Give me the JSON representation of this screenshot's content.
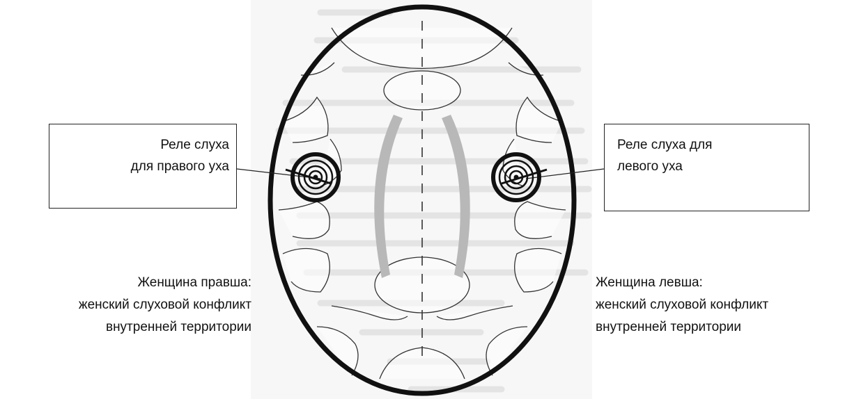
{
  "labels": {
    "right_ear_relay": [
      "Реле слуха",
      "для правого уха"
    ],
    "left_ear_relay": [
      "Реле слуха для",
      "левого уха"
    ]
  },
  "captions": {
    "right_handed_woman": [
      "Женщина правша:",
      "женский слуховой конфликт",
      "внутренней территории"
    ],
    "left_handed_woman": [
      "Женщина левша:",
      "женский слуховой конфликт",
      "внутренней территории"
    ]
  },
  "colors": {
    "outline": "#111111",
    "background_text_tint": "#d8d8d8",
    "brain_ridge": "#b8b8b8"
  }
}
